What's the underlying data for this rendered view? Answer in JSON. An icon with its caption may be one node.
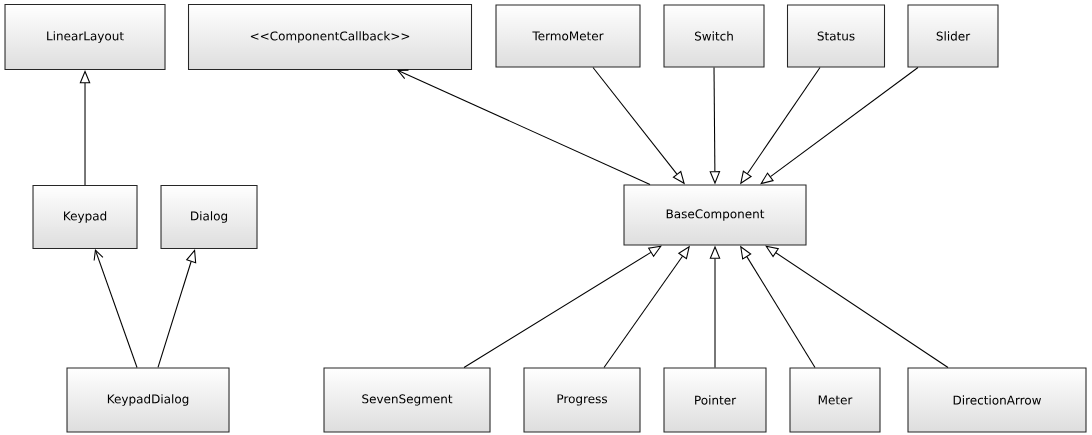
{
  "diagram": {
    "nodes": [
      {
        "text": [
          "LinearLayout"
        ]
      },
      {
        "text": [
          "<<ComponentCallback>>"
        ]
      },
      {
        "text": [
          "TermoMeter"
        ]
      },
      {
        "text": [
          "Switch"
        ]
      },
      {
        "text": [
          "Status"
        ]
      },
      {
        "text": [
          "Slider"
        ]
      },
      {
        "text": [
          "Keypad"
        ]
      },
      {
        "text": [
          "Dialog"
        ]
      },
      {
        "text": [
          "BaseComponent"
        ]
      },
      {
        "text": [
          "KeypadDialog"
        ]
      },
      {
        "text": [
          "SevenSegment"
        ]
      },
      {
        "text": [
          "Progress"
        ]
      },
      {
        "text": [
          "Pointer"
        ]
      },
      {
        "text": [
          "Meter"
        ]
      },
      {
        "text": [
          "DirectionArrow"
        ]
      }
    ],
    "edges": [
      {
        "from": 6,
        "to": 0,
        "arrow": "to"
      },
      {
        "from": 9,
        "to": 6,
        "arrow": "to"
      },
      {
        "from": 9,
        "to": 7,
        "arrow": "to"
      },
      {
        "from": 8,
        "to": 1,
        "arrow": "to"
      },
      {
        "from": 2,
        "to": 8,
        "arrow": "to"
      },
      {
        "from": 3,
        "to": 8,
        "arrow": "to"
      },
      {
        "from": 4,
        "to": 8,
        "arrow": "to"
      },
      {
        "from": 5,
        "to": 8,
        "arrow": "to"
      },
      {
        "from": 10,
        "to": 8,
        "arrow": "to"
      },
      {
        "from": 11,
        "to": 8,
        "arrow": "to"
      },
      {
        "from": 12,
        "to": 8,
        "arrow": "to"
      },
      {
        "from": 13,
        "to": 8,
        "arrow": "to"
      },
      {
        "from": 14,
        "to": 8,
        "arrow": "to"
      }
    ]
  }
}
